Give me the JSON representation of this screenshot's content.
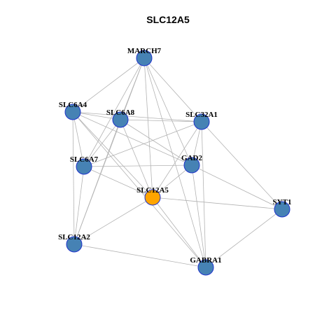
{
  "title": "SLC12A5",
  "colors": {
    "node_default": "#4682b4",
    "node_focus": "#ffa500",
    "node_border": "#1f33cc",
    "edge": "#b3b3b3"
  },
  "nodes": [
    {
      "id": "MARCH7",
      "label": "MARCH7",
      "focus": false
    },
    {
      "id": "SLC6A4",
      "label": "SLC6A4",
      "focus": false
    },
    {
      "id": "SLC6A8",
      "label": "SLC6A8",
      "focus": false
    },
    {
      "id": "SLC32A1",
      "label": "SLC32A1",
      "focus": false
    },
    {
      "id": "SLC6A7",
      "label": "SLC6A7",
      "focus": false
    },
    {
      "id": "GAD2",
      "label": "GAD2",
      "focus": false
    },
    {
      "id": "SLC12A5",
      "label": "SLC12A5",
      "focus": true
    },
    {
      "id": "SYT1",
      "label": "SYT1",
      "focus": false
    },
    {
      "id": "SLC12A2",
      "label": "SLC12A2",
      "focus": false
    },
    {
      "id": "GABRA1",
      "label": "GABRA1",
      "focus": false
    }
  ],
  "edges": [
    [
      "MARCH7",
      "SLC6A4"
    ],
    [
      "MARCH7",
      "SLC6A8"
    ],
    [
      "MARCH7",
      "SLC32A1"
    ],
    [
      "MARCH7",
      "SLC6A7"
    ],
    [
      "MARCH7",
      "GAD2"
    ],
    [
      "MARCH7",
      "SLC12A5"
    ],
    [
      "MARCH7",
      "SLC12A2"
    ],
    [
      "MARCH7",
      "GABRA1"
    ],
    [
      "SLC6A4",
      "SLC6A8"
    ],
    [
      "SLC6A4",
      "SLC32A1"
    ],
    [
      "SLC6A4",
      "SLC6A7"
    ],
    [
      "SLC6A4",
      "GAD2"
    ],
    [
      "SLC6A4",
      "SLC12A5"
    ],
    [
      "SLC6A4",
      "SLC12A2"
    ],
    [
      "SLC6A4",
      "GABRA1"
    ],
    [
      "SLC6A8",
      "SLC32A1"
    ],
    [
      "SLC6A8",
      "SLC6A7"
    ],
    [
      "SLC6A8",
      "GAD2"
    ],
    [
      "SLC6A8",
      "SLC12A5"
    ],
    [
      "SLC6A8",
      "SLC12A2"
    ],
    [
      "SLC32A1",
      "SLC6A7"
    ],
    [
      "SLC32A1",
      "GAD2"
    ],
    [
      "SLC32A1",
      "SLC12A5"
    ],
    [
      "SLC32A1",
      "SYT1"
    ],
    [
      "SLC32A1",
      "GABRA1"
    ],
    [
      "SLC6A7",
      "GAD2"
    ],
    [
      "SLC6A7",
      "SLC12A5"
    ],
    [
      "SLC6A7",
      "SLC12A2"
    ],
    [
      "GAD2",
      "SLC12A5"
    ],
    [
      "GAD2",
      "SYT1"
    ],
    [
      "GAD2",
      "GABRA1"
    ],
    [
      "SLC12A5",
      "SYT1"
    ],
    [
      "SLC12A5",
      "SLC12A2"
    ],
    [
      "SLC12A5",
      "GABRA1"
    ],
    [
      "SYT1",
      "GABRA1"
    ],
    [
      "SLC12A2",
      "GABRA1"
    ]
  ]
}
